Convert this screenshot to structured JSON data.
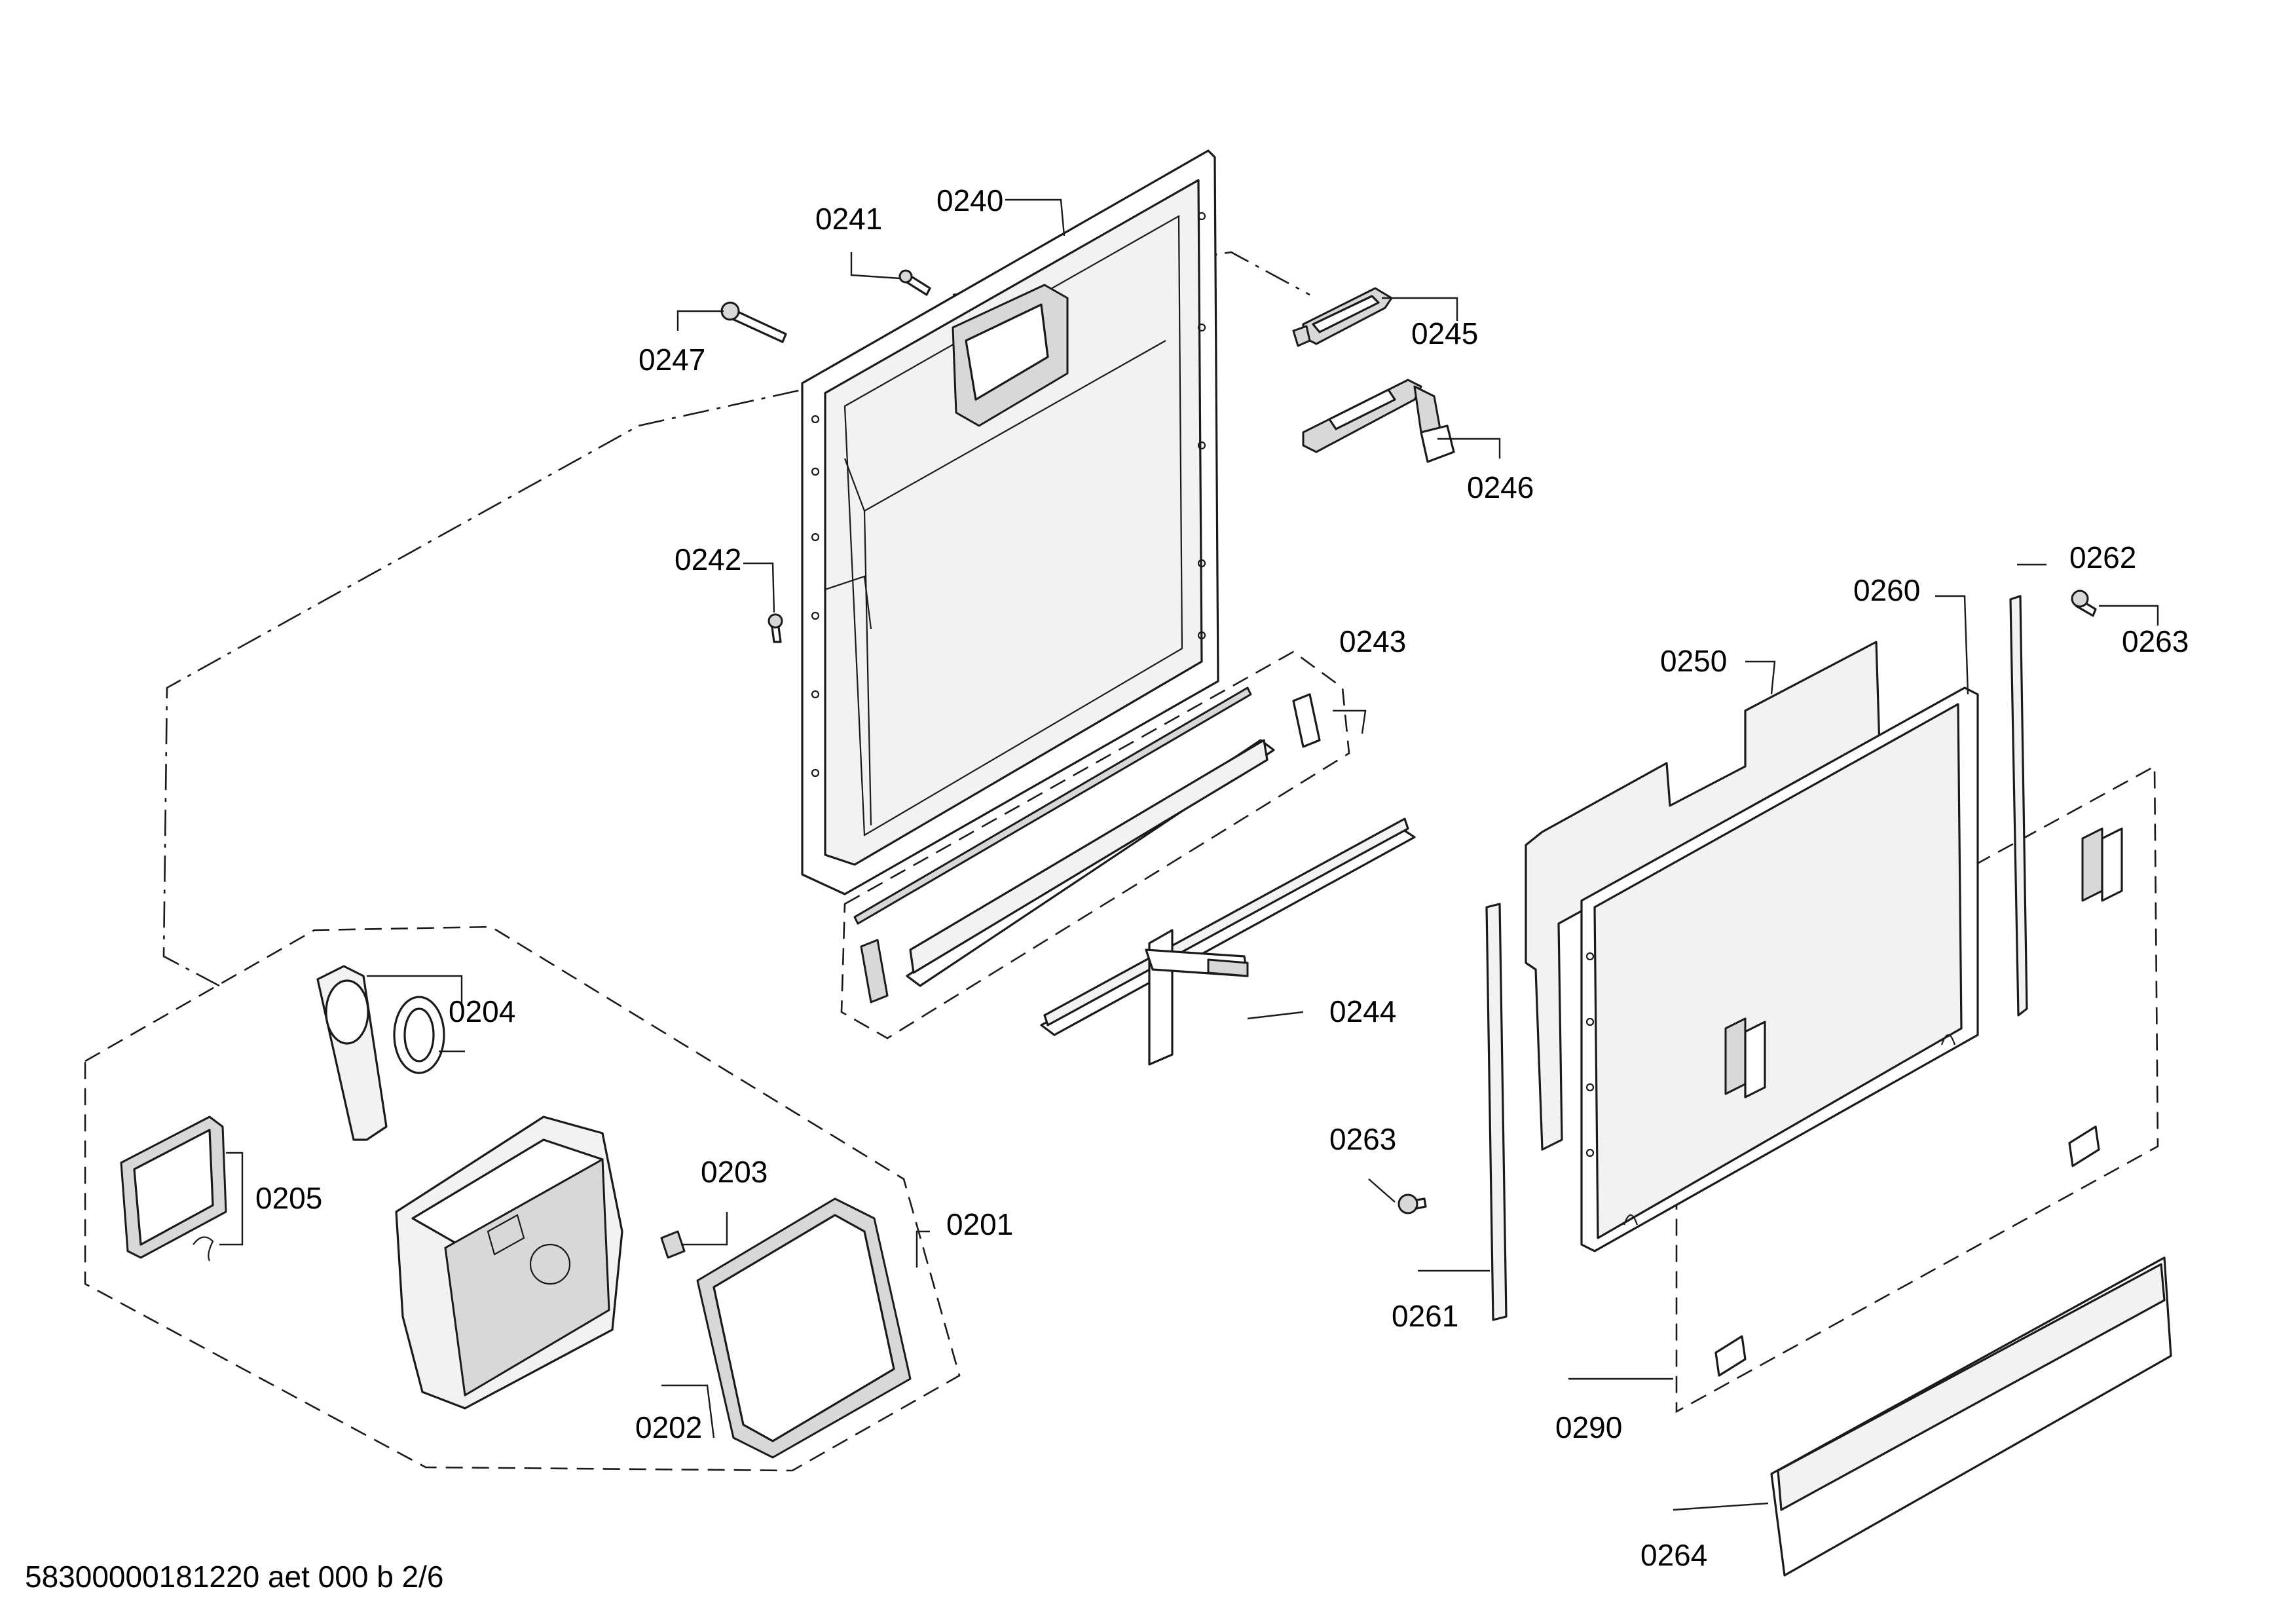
{
  "footer_text": "58300000181220 aet 000 b 2/6",
  "part_labels": [
    "0240",
    "0241",
    "0247",
    "0245",
    "0246",
    "0242",
    "0243",
    "0244",
    "0250",
    "0260",
    "0262",
    "0263",
    "0263",
    "0204",
    "0205",
    "0203",
    "0201",
    "0202",
    "0261",
    "0290",
    "0264"
  ]
}
